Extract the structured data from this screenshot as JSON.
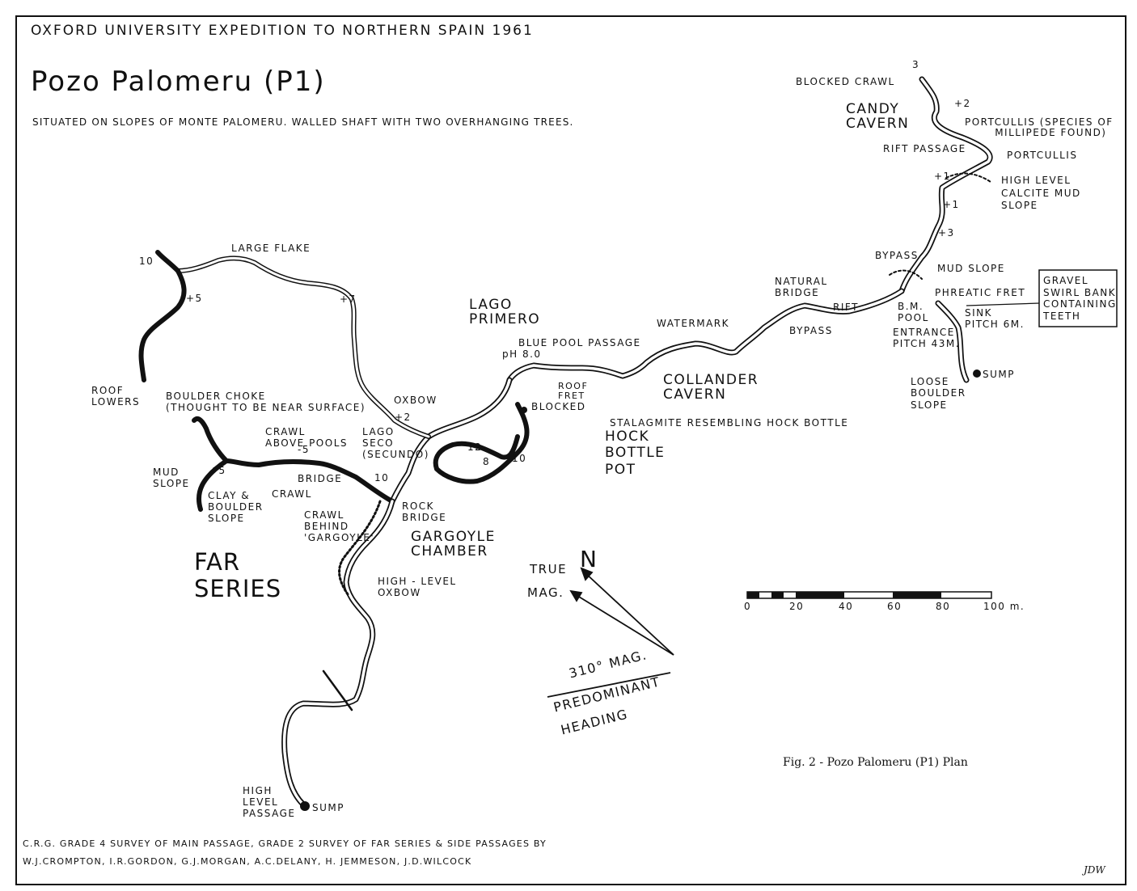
{
  "header": {
    "expedition": "OXFORD UNIVERSITY EXPEDITION TO NORTHERN SPAIN 1961",
    "title": "Pozo Palomeru (P1)",
    "subtitle": "SITUATED ON SLOPES OF MONTE PALOMERU. WALLED SHAFT WITH TWO OVERHANGING TREES."
  },
  "regions": {
    "candy": "CANDY\nCAVERN",
    "lago": "LAGO\nPRIMERO",
    "collander": "COLLANDER\nCAVERN",
    "hock": "HOCK\nBOTTLE\nPOT",
    "gargoyle": "GARGOYLE\nCHAMBER",
    "far": "FAR\nSERIES"
  },
  "labels": {
    "blocked_crawl": "BLOCKED CRAWL",
    "portcullis_1": "PORTCULLIS (SPECIES OF\n       MILLIPEDE FOUND)",
    "rift_passage": "RIFT PASSAGE",
    "portcullis_2": "PORTCULLIS",
    "high_level_calcite": "HIGH LEVEL\nCALCITE MUD\nSLOPE",
    "bypass_1": "BYPASS",
    "mud_slope_1": "MUD SLOPE",
    "gravel_box": "GRAVEL\nSWIRL BANK\nCONTAINING\nTEETH",
    "phreatic_fret": "PHREATIC FRET",
    "natural_bridge": "NATURAL\nBRIDGE",
    "rift": "RIFT",
    "bm_pool": "B.M.\nPOOL",
    "sink": "SINK\nPITCH 6M.",
    "entrance": "ENTRANCE\nPITCH 43M.",
    "bypass_2": "BYPASS",
    "watermark": "WATERMARK",
    "sump_1": "SUMP",
    "loose_boulder": "LOOSE\nBOULDER\nSLOPE",
    "blue_pool": "BLUE POOL PASSAGE",
    "ph": "pH 8.0",
    "roof_fret": "ROOF\nFRET",
    "blocked": "BLOCKED",
    "stalagmite": "STALAGMITE RESEMBLING HOCK BOTTLE",
    "large_flake": "LARGE FLAKE",
    "roof_lowers": "ROOF\nLOWERS",
    "boulder_choke": "BOULDER CHOKE\n(THOUGHT TO BE NEAR SURFACE)",
    "oxbow": "OXBOW",
    "lago_seco": "LAGO\nSECO\n(SECUNDO)",
    "crawl_above_pools": "CRAWL\nABOVE POOLS",
    "mud_slope_2": "MUD\nSLOPE",
    "bridge": "BRIDGE",
    "crawl": "CRAWL",
    "clay_boulder": "CLAY &\nBOULDER\nSLOPE",
    "rock_bridge": "ROCK\nBRIDGE",
    "crawl_behind": "CRAWL\nBEHIND\n'GARGOYLE'",
    "high_level_oxbow": "HIGH - LEVEL\nOXBOW",
    "high_level_passage": "HIGH\nLEVEL\nPASSAGE",
    "sump_2": "SUMP"
  },
  "heights": {
    "h3": "3",
    "h2a": "+2",
    "h1a": "+1",
    "h1b": "+1",
    "h3b": "+3",
    "h10a": "10",
    "h5a": "+5",
    "h7": "+7",
    "h2b": "+2",
    "h12": "12",
    "h8": "8",
    "h10b": "10",
    "h5b": "-5",
    "h5c": "+5",
    "h10c": "10"
  },
  "north": {
    "true": "TRUE",
    "n": "N",
    "mag": "MAG.",
    "mag_heading": "310° MAG.",
    "predominant": "PREDOMINANT",
    "heading": "HEADING"
  },
  "scale": {
    "ticks": [
      "0",
      "20",
      "40",
      "60",
      "80",
      "100 m."
    ]
  },
  "caption": "Fig. 2 - Pozo Palomeru (P1) Plan",
  "credits": {
    "line1": "C.R.G. GRADE 4 SURVEY OF MAIN PASSAGE, GRADE 2 SURVEY OF FAR SERIES & SIDE PASSAGES BY",
    "line2": "W.J.CROMPTON, I.R.GORDON, G.J.MORGAN, A.C.DELANY, H. JEMMESON, J.D.WILCOCK"
  },
  "signature": "JDW",
  "colors": {
    "ink": "#111111",
    "paper": "#ffffff"
  }
}
